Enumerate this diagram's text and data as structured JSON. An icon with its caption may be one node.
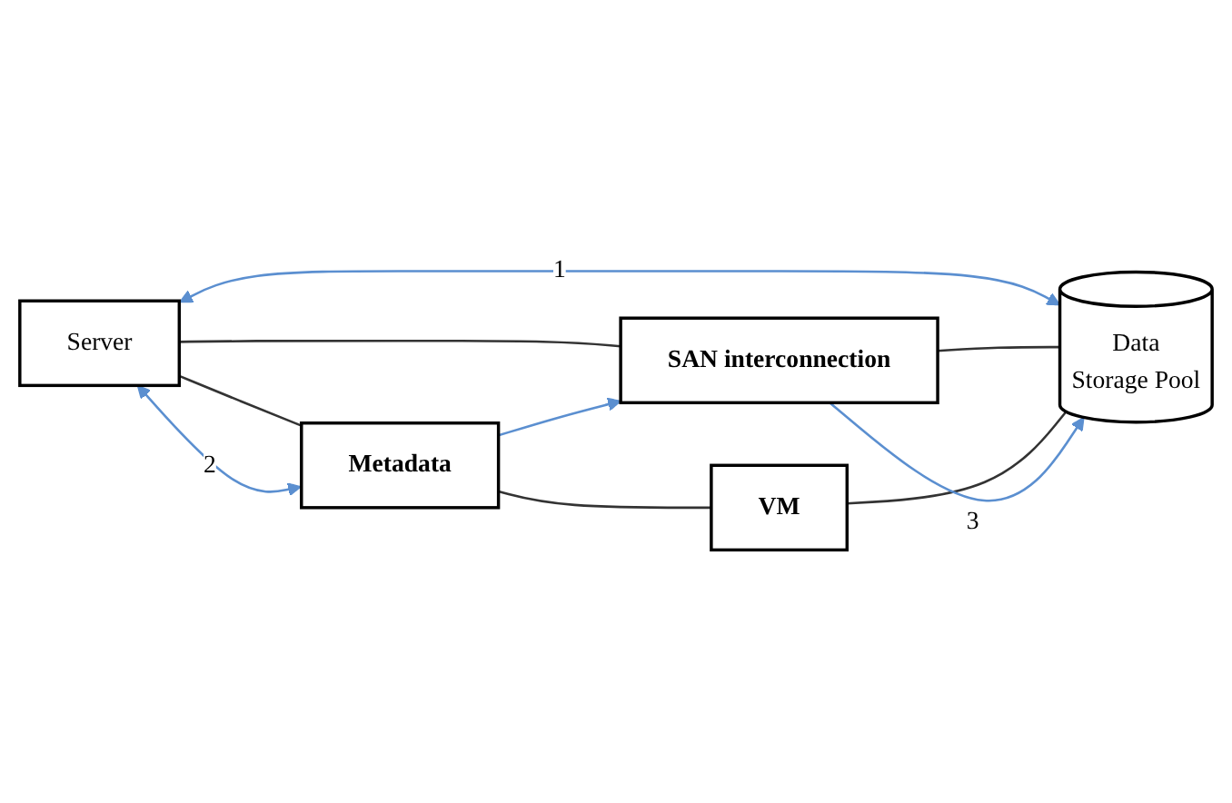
{
  "diagram": {
    "nodes": [
      {
        "text": [
          "Server"
        ]
      },
      {
        "text": [
          "SAN interconnection"
        ]
      },
      {
        "text": [
          "Metadata"
        ]
      },
      {
        "text": [
          "VM"
        ]
      },
      {
        "text": [
          "Data",
          "Storage Pool"
        ]
      }
    ],
    "edges": [
      {
        "from": 0,
        "to": 4,
        "arrow": "both",
        "label": "1",
        "color": "#5b8fd0"
      },
      {
        "from": 0,
        "to": 1,
        "arrow": "none"
      },
      {
        "from": 1,
        "to": 4,
        "arrow": "none"
      },
      {
        "from": 0,
        "to": 2,
        "arrow": "none"
      },
      {
        "from": 2,
        "to": 3,
        "arrow": "none"
      },
      {
        "from": 3,
        "to": 4,
        "arrow": "none"
      },
      {
        "from": 2,
        "to": 0,
        "arrow": "both",
        "label": "2",
        "color": "#5b8fd0"
      },
      {
        "from": 2,
        "to": 1,
        "arrow": "to",
        "color": "#5b8fd0"
      },
      {
        "from": 1,
        "to": 4,
        "arrow": "to",
        "label": "3",
        "color": "#5b8fd0"
      }
    ]
  }
}
